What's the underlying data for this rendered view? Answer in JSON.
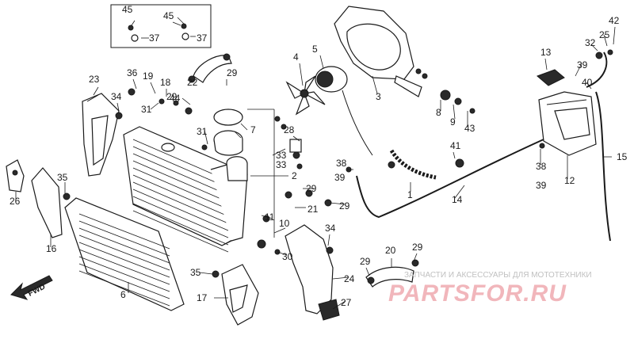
{
  "diagram": {
    "callouts": {
      "n1": "1",
      "n2": "2",
      "n3": "3",
      "n4": "4",
      "n5": "5",
      "n6": "6",
      "n7": "7",
      "n8": "8",
      "n9": "9",
      "n10": "10",
      "n11": "11",
      "n12": "12",
      "n13": "13",
      "n14": "14",
      "n15": "15",
      "n16": "16",
      "n17": "17",
      "n18": "18",
      "n19": "19",
      "n20": "20",
      "n21": "21",
      "n22": "22",
      "n23": "23",
      "n24": "24",
      "n25": "25",
      "n26": "26",
      "n27": "27",
      "n28": "28",
      "n29": "29",
      "n30": "30",
      "n31": "31",
      "n32": "32",
      "n33": "33",
      "n34": "34",
      "n35": "35",
      "n36": "36",
      "n37": "37",
      "n38": "38",
      "n39": "39",
      "n40": "40",
      "n41": "41",
      "n42": "42",
      "n43": "43",
      "n44": "44",
      "n45": "45"
    },
    "fwd_label": "FWD"
  },
  "watermark": {
    "subtitle": "ЗАПЧАСТИ И АКСЕССУАРЫ ДЛЯ МОТОТЕХНИКИ",
    "logo": "PARTSFOR.RU"
  },
  "colors": {
    "ink": "#1a1a1a",
    "background": "#ffffff",
    "watermark_logo": "#f1b6bb",
    "watermark_text": "#c0c0c0"
  }
}
